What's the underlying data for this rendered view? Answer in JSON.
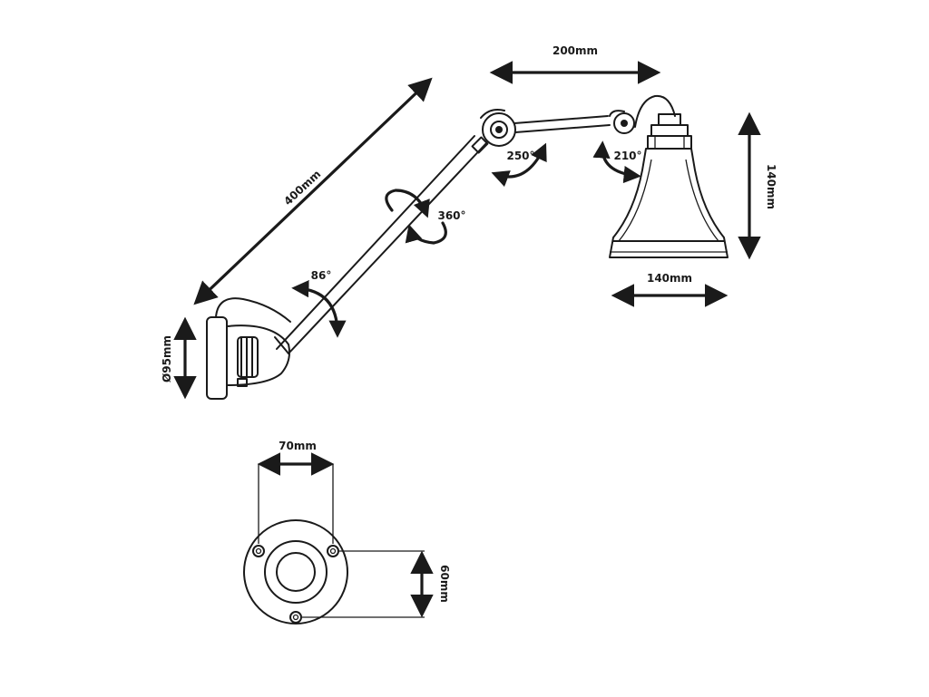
{
  "dimensions": {
    "arm_length": "400mm",
    "upper_arm_length": "200mm",
    "shade_height": "140mm",
    "shade_width": "140mm",
    "base_diameter": "Ø95mm",
    "plate_width": "70mm",
    "plate_height": "60mm"
  },
  "angles": {
    "base_pivot": "86°",
    "arm_rotation": "360°",
    "elbow": "250°",
    "shade_head": "210°"
  },
  "colors": {
    "line": "#1a1a1a",
    "background": "#ffffff"
  }
}
